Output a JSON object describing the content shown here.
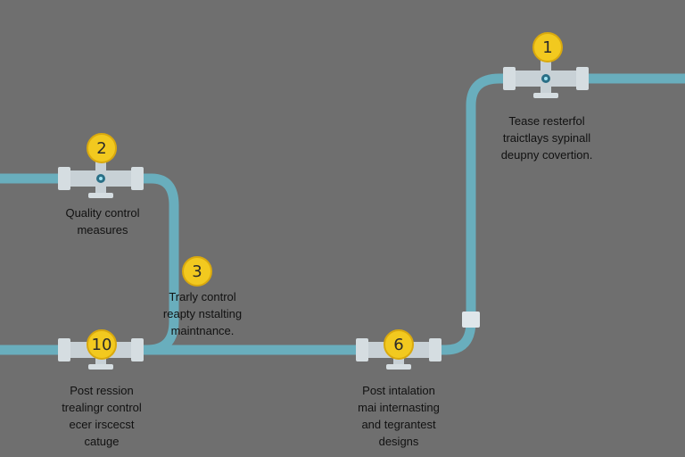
{
  "steps": [
    {
      "number": "1",
      "lines": [
        "Tease resterfol",
        "traictlays sypinall",
        "deupny covertion."
      ]
    },
    {
      "number": "2",
      "lines": [
        "Quality control",
        "measures"
      ]
    },
    {
      "number": "3",
      "lines": [
        "Trarly control",
        "reapty nstalting",
        "maintnance."
      ]
    },
    {
      "number": "10",
      "lines": [
        "Post ression",
        "trealingr control",
        "ecer irscecst",
        "catuge"
      ]
    },
    {
      "number": "6",
      "lines": [
        "Post intalation",
        "mai internasting",
        "and tegrantest",
        "designs"
      ]
    }
  ],
  "colors": {
    "background": "#6f6f6f",
    "pipe": "#69aebd",
    "fitting": "#d5dde1",
    "badge": "#f2c91f"
  }
}
